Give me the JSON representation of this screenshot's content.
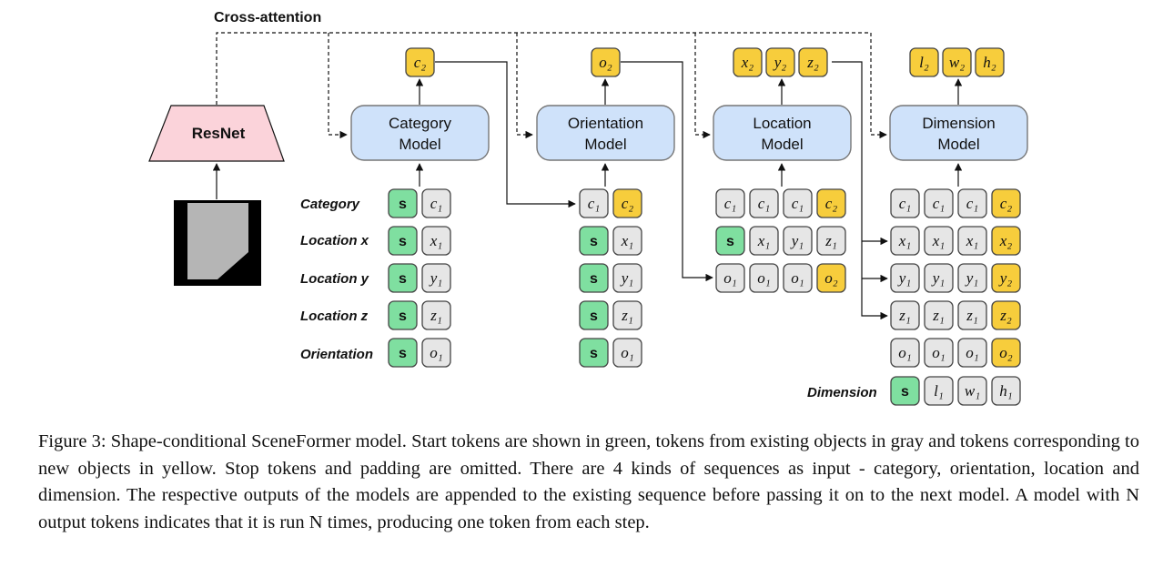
{
  "cross_attention_label": "Cross-attention",
  "resnet_label": "ResNet",
  "models": [
    {
      "id": "category",
      "line1": "Category",
      "line2": "Model"
    },
    {
      "id": "orientation",
      "line1": "Orientation",
      "line2": "Model"
    },
    {
      "id": "location",
      "line1": "Location",
      "line2": "Model"
    },
    {
      "id": "dimension",
      "line1": "Dimension",
      "line2": "Model"
    }
  ],
  "outputs": {
    "category": [
      "c₂"
    ],
    "orientation": [
      "o₂"
    ],
    "location": [
      "x₂",
      "y₂",
      "z₂"
    ],
    "dimension": [
      "l₂",
      "w₂",
      "h₂"
    ]
  },
  "row_labels": {
    "category": "Category",
    "loc_x": "Location x",
    "loc_y": "Location y",
    "loc_z": "Location z",
    "orientation": "Orientation",
    "dimension": "Dimension"
  },
  "start_token": "s",
  "token_colors": {
    "start": "#7fdfa0",
    "existing": "#e6e6e6",
    "new": "#f7cd3c",
    "model": "#cfe2fa"
  },
  "sequences": {
    "cat_model": [
      [
        "s",
        "c₁"
      ],
      [
        "s",
        "x₁"
      ],
      [
        "s",
        "y₁"
      ],
      [
        "s",
        "z₁"
      ],
      [
        "s",
        "o₁"
      ]
    ],
    "ori_model": [
      [
        "c₁",
        "c₂"
      ],
      [
        "s",
        "x₁"
      ],
      [
        "s",
        "y₁"
      ],
      [
        "s",
        "z₁"
      ],
      [
        "s",
        "o₁"
      ]
    ],
    "loc_model": [
      [
        "c₁",
        "c₁",
        "c₁",
        "c₂"
      ],
      [
        "s",
        "x₁",
        "y₁",
        "z₁"
      ],
      [
        "o₁",
        "o₁",
        "o₁",
        "o₂"
      ]
    ],
    "dim_model": [
      [
        "c₁",
        "c₁",
        "c₁",
        "c₂"
      ],
      [
        "x₁",
        "x₁",
        "x₁",
        "x₂"
      ],
      [
        "y₁",
        "y₁",
        "y₁",
        "y₂"
      ],
      [
        "z₁",
        "z₁",
        "z₁",
        "z₂"
      ],
      [
        "o₁",
        "o₁",
        "o₁",
        "o₂"
      ],
      [
        "s",
        "l₁",
        "w₁",
        "h₁"
      ]
    ]
  },
  "caption": "Figure 3: Shape-conditional SceneFormer model. Start tokens are shown in green, tokens from existing objects in gray and tokens corresponding to new objects in yellow. Stop tokens and padding are omitted. There are 4 kinds of sequences as input - category, orientation, location and dimension. The respective outputs of the models are appended to the existing sequence before passing it on to the next model. A model with N output tokens indicates that it is run N times, producing one token from each step."
}
